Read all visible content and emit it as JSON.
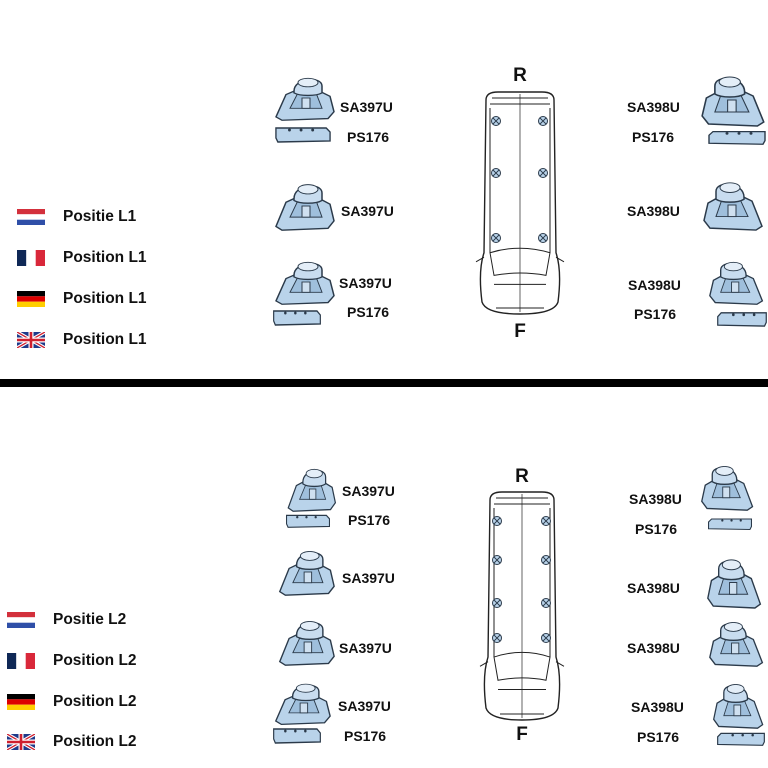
{
  "colors": {
    "part_fill": "#b9d3ea",
    "part_stroke": "#2b3a4a",
    "divider": "#000000"
  },
  "sections": [
    {
      "name": "L1",
      "direction_rear": "R",
      "direction_front": "F",
      "languages": [
        {
          "flag": "netherlands-flag",
          "label": "Positie L1"
        },
        {
          "flag": "france-flag",
          "label": "Position L1"
        },
        {
          "flag": "germany-flag",
          "label": "Position L1"
        },
        {
          "flag": "uk-flag",
          "label": "Position L1"
        }
      ],
      "left_parts": [
        {
          "foot": "SA397U",
          "pad": "PS176"
        },
        {
          "foot": "SA397U"
        },
        {
          "foot": "SA397U",
          "pad": "PS176"
        }
      ],
      "right_parts": [
        {
          "foot": "SA398U",
          "pad": "PS176"
        },
        {
          "foot": "SA398U"
        },
        {
          "foot": "SA398U",
          "pad": "PS176"
        }
      ]
    },
    {
      "name": "L2",
      "direction_rear": "R",
      "direction_front": "F",
      "languages": [
        {
          "flag": "netherlands-flag",
          "label": "Positie L2"
        },
        {
          "flag": "france-flag",
          "label": "Position L2"
        },
        {
          "flag": "germany-flag",
          "label": "Position L2"
        },
        {
          "flag": "uk-flag",
          "label": "Position L2"
        }
      ],
      "left_parts": [
        {
          "foot": "SA397U",
          "pad": "PS176"
        },
        {
          "foot": "SA397U"
        },
        {
          "foot": "SA397U"
        },
        {
          "foot": "SA397U",
          "pad": "PS176"
        }
      ],
      "right_parts": [
        {
          "foot": "SA398U",
          "pad": "PS176"
        },
        {
          "foot": "SA398U"
        },
        {
          "foot": "SA398U"
        },
        {
          "foot": "SA398U",
          "pad": "PS176"
        }
      ]
    }
  ]
}
